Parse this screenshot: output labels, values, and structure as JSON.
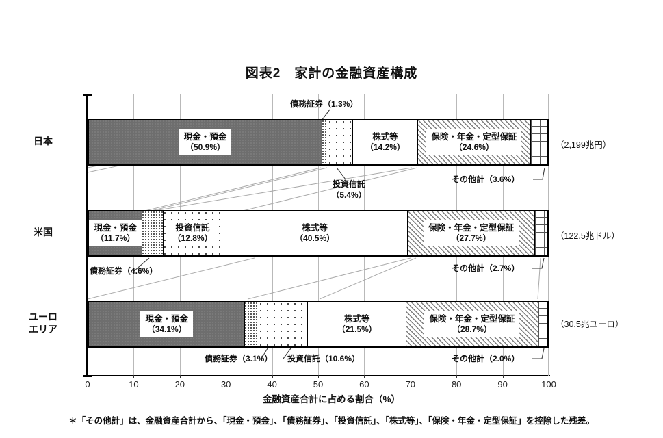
{
  "chart_data": {
    "type": "bar",
    "subtype": "stacked-horizontal-100pct",
    "title": "図表2　家計の金融資産構成",
    "xlabel": "金融資産合計に占める割合（%）",
    "ylabel": "",
    "xlim": [
      0,
      100
    ],
    "xticks": [
      "0",
      "10",
      "20",
      "30",
      "40",
      "50",
      "60",
      "70",
      "80",
      "90",
      "100"
    ],
    "grid": true,
    "legend": "none-inline-labels",
    "categories": [
      "日本",
      "米国",
      "ユーロ\nエリア"
    ],
    "series": [
      {
        "name": "現金・預金",
        "values": [
          50.9,
          11.7,
          34.1
        ]
      },
      {
        "name": "債務証券",
        "values": [
          1.3,
          4.6,
          3.1
        ]
      },
      {
        "name": "投資信託",
        "values": [
          5.4,
          12.8,
          10.6
        ]
      },
      {
        "name": "株式等",
        "values": [
          14.2,
          40.5,
          21.5
        ]
      },
      {
        "name": "保険・年金・定型保証",
        "values": [
          24.6,
          27.7,
          28.7
        ]
      },
      {
        "name": "その他計",
        "values": [
          3.6,
          2.7,
          2.0
        ]
      }
    ],
    "row_totals": [
      "（2,199兆円）",
      "（122.5兆ドル）",
      "（30.5兆ユーロ）"
    ],
    "annotations": [
      "債務証券（1.3%）",
      "投資信託\n（5.4%）",
      "その他計（3.6%）",
      "債務証券（4.6%）",
      "その他計（2.7%）",
      "債務証券（3.1%）",
      "投資信託（10.6%）",
      "その他計（2.0%）"
    ],
    "footnote": "＊「その他計」は、金融資産合計から、「現金・預金」、「債務証券」、「投資信託」、「株式等」、「保険・年金・定型保証」を控除した残差。"
  },
  "title": "図表2　家計の金融資産構成",
  "axis": {
    "x_title": "金融資産合計に占める割合（%）",
    "t0": "0",
    "t10": "10",
    "t20": "20",
    "t30": "30",
    "t40": "40",
    "t50": "50",
    "t60": "60",
    "t70": "70",
    "t80": "80",
    "t90": "90",
    "t100": "100"
  },
  "rows": [
    {
      "category": "日本",
      "total": "（2,199兆円）",
      "segments": [
        {
          "name": "現金・預金",
          "pct": "（50.9%）",
          "value": 50.9,
          "labeled": true
        },
        {
          "name": "債務証券",
          "pct": "（1.3%）",
          "value": 1.3,
          "labeled": false
        },
        {
          "name": "投資信託",
          "pct": "（5.4%）",
          "value": 5.4,
          "labeled": false
        },
        {
          "name": "株式等",
          "pct": "（14.2%）",
          "value": 14.2,
          "labeled": true
        },
        {
          "name": "保険・年金・定型保証",
          "pct": "（24.6%）",
          "value": 24.6,
          "labeled": true
        },
        {
          "name": "その他計",
          "pct": "（3.6%）",
          "value": 3.6,
          "labeled": false
        }
      ]
    },
    {
      "category": "米国",
      "total": "（122.5兆ドル）",
      "segments": [
        {
          "name": "現金・預金",
          "pct": "（11.7%）",
          "value": 11.7,
          "labeled": true
        },
        {
          "name": "債務証券",
          "pct": "（4.6%）",
          "value": 4.6,
          "labeled": false
        },
        {
          "name": "投資信託",
          "pct": "（12.8%）",
          "value": 12.8,
          "labeled": true
        },
        {
          "name": "株式等",
          "pct": "（40.5%）",
          "value": 40.5,
          "labeled": true
        },
        {
          "name": "保険・年金・定型保証",
          "pct": "（27.7%）",
          "value": 27.7,
          "labeled": true
        },
        {
          "name": "その他計",
          "pct": "（2.7%）",
          "value": 2.7,
          "labeled": false
        }
      ]
    },
    {
      "category": "ユーロ",
      "category_line2": "エリア",
      "total": "（30.5兆ユーロ）",
      "segments": [
        {
          "name": "現金・預金",
          "pct": "（34.1%）",
          "value": 34.1,
          "labeled": true
        },
        {
          "name": "債務証券",
          "pct": "（3.1%）",
          "value": 3.1,
          "labeled": false
        },
        {
          "name": "投資信託",
          "pct": "（10.6%）",
          "value": 10.6,
          "labeled": false
        },
        {
          "name": "株式等",
          "pct": "（21.5%）",
          "value": 21.5,
          "labeled": true
        },
        {
          "name": "保険・年金・定型保証",
          "pct": "（28.7%）",
          "value": 28.7,
          "labeled": true
        },
        {
          "name": "その他計",
          "pct": "（2.0%）",
          "value": 2.0,
          "labeled": false
        }
      ]
    }
  ],
  "callouts": {
    "jp_debt": "債務証券（1.3%）",
    "jp_fund_name": "投資信託",
    "jp_fund_pct": "（5.4%）",
    "jp_other": "その他計（3.6%）",
    "us_debt": "債務証券（4.6%）",
    "us_other": "その他計（2.7%）",
    "eu_debt": "債務証券（3.1%）",
    "eu_fund": "投資信託（10.6%）",
    "eu_other": "その他計（2.0%）"
  },
  "footnote": "＊「その他計」は、金融資産合計から、「現金・預金」、「債務証券」、「投資信託」、「株式等」、「保険・年金・定型保証」を控除した残差。"
}
